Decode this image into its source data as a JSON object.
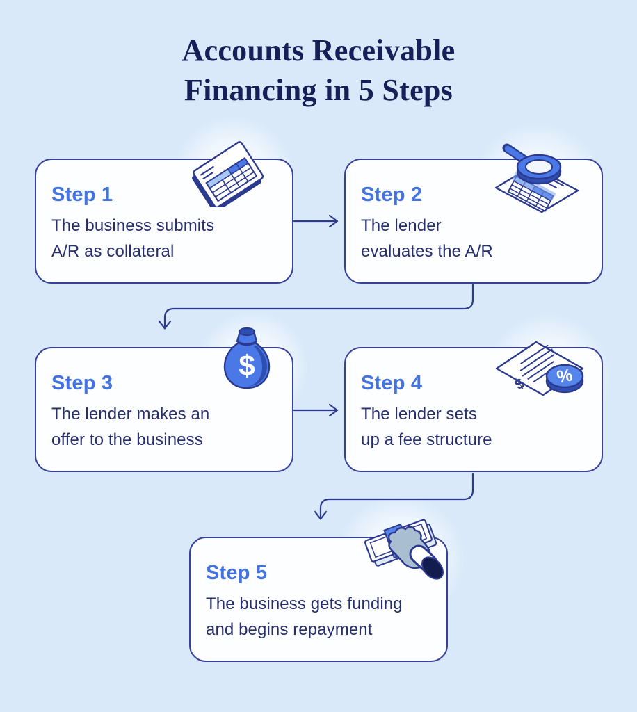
{
  "title": {
    "line1": "Accounts Receivable",
    "line2": "Financing in 5 Steps"
  },
  "steps": [
    {
      "label": "Step 1",
      "line1": "The business submits",
      "line2": "A/R as collateral",
      "icon": "invoice-document-icon"
    },
    {
      "label": "Step 2",
      "line1": "The lender",
      "line2": "evaluates the A/R",
      "icon": "magnifier-document-icon"
    },
    {
      "label": "Step 3",
      "line1": "The lender makes an",
      "line2": "offer to the business",
      "icon": "money-bag-icon"
    },
    {
      "label": "Step 4",
      "line1": "The lender sets",
      "line2": "up a fee structure",
      "icon": "fee-document-percent-icon"
    },
    {
      "label": "Step 5",
      "line1": "The business gets funding",
      "line2": "and begins repayment",
      "icon": "hand-money-icon"
    }
  ],
  "icons": {
    "dollar": "$",
    "percent": "%"
  },
  "colors": {
    "background": "#d9e9f9",
    "card_fill": "#fdfeff",
    "card_border": "#36419b",
    "accent_blue": "#4273e0",
    "text_navy": "#272e6d",
    "title_navy": "#161f58",
    "icon_blue": "#4a78e6",
    "icon_dark_blue": "#2e4fb0",
    "outline_navy": "#2b3a8f"
  }
}
